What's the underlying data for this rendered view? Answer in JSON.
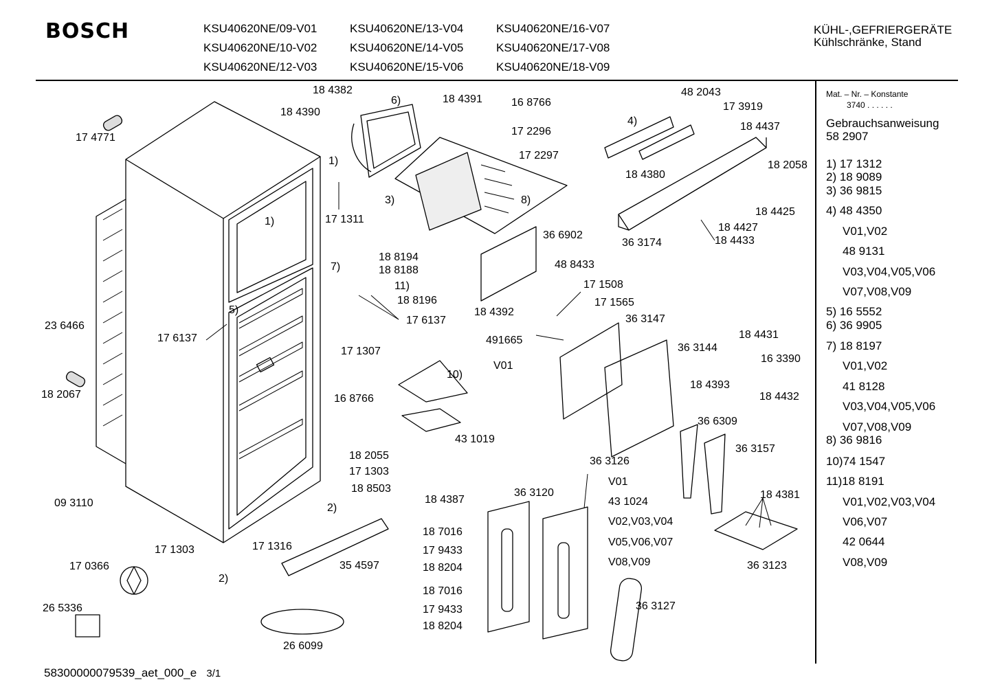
{
  "header": {
    "brand": "BOSCH",
    "models_col1": [
      "KSU40620NE/09-V01",
      "KSU40620NE/10-V02",
      "KSU40620NE/12-V03"
    ],
    "models_col2": [
      "KSU40620NE/13-V04",
      "KSU40620NE/14-V05",
      "KSU40620NE/15-V06"
    ],
    "models_col3": [
      "KSU40620NE/16-V07",
      "KSU40620NE/17-V08",
      "KSU40620NE/18-V09"
    ],
    "category_line1": "KÜHL-,GEFRIERGERÄTE",
    "category_line2": "Kühlschränke, Stand"
  },
  "sidebar": {
    "mat_line": "Mat. – Nr. – Konstante",
    "mat_value": "3740 . .   . . . .",
    "manual_label": "Gebrauchsanweisung",
    "manual_number": "58 2907",
    "entries": [
      "1) 17 1312",
      "2) 18 9089",
      "3) 36 9815",
      "4) 48 4350",
      "V01,V02",
      "48 9131",
      "V03,V04,V05,V06",
      "V07,V08,V09",
      "5) 16 5552",
      "6) 36 9905",
      "7) 18 8197",
      "V01,V02",
      "41 8128",
      "V03,V04,V05,V06",
      "V07,V08,V09",
      "8) 36 9816",
      "10)74 1547",
      "11)18 8191",
      "V01,V02,V03,V04",
      "V06,V07",
      "42 0644",
      "V08,V09"
    ]
  },
  "labels": [
    "18 4382",
    "18 4390",
    "6)",
    "18 4391",
    "16 8766",
    "17 2296",
    "17 2297",
    "17 4771",
    "1)",
    "17 1311",
    "3)",
    "8)",
    "1)",
    "48 2043",
    "17 3919",
    "4)",
    "18 4437",
    "18 4380",
    "18 2058",
    "18 4425",
    "18 4427",
    "18 4433",
    "36 3174",
    "36 6902",
    "18 8194",
    "18 8188",
    "7)",
    "11)",
    "18 8196",
    "17 6137",
    "5)",
    "17 6137",
    "23 6466",
    "48 8433",
    "17 1508",
    "17 1565",
    "18 4392",
    "491665",
    "36 3147",
    "V01",
    "17 1307",
    "10)",
    "36 3144",
    "18 4431",
    "16 3390",
    "18 2067",
    "16 8766",
    "18 4393",
    "18 4432",
    "43 1019",
    "36 6309",
    "36 3157",
    "18 2055",
    "17 1303",
    "18 8503",
    "36 3126",
    "V01",
    "43 1024",
    "V02,V03,V04",
    "V05,V06,V07",
    "V08,V09",
    "18 4387",
    "36 3120",
    "18 4381",
    "09 3110",
    "2)",
    "18 7016",
    "17 9433",
    "18 8204",
    "17 1303",
    "17 1316",
    "35 4597",
    "17 0366",
    "2)",
    "36 3123",
    "18 7016",
    "17 9433",
    "18 8204",
    "36 3127",
    "26 5336",
    "26 6099"
  ],
  "footer": {
    "doc_id": "58300000079539_aet_000_e",
    "page": "3/1"
  }
}
